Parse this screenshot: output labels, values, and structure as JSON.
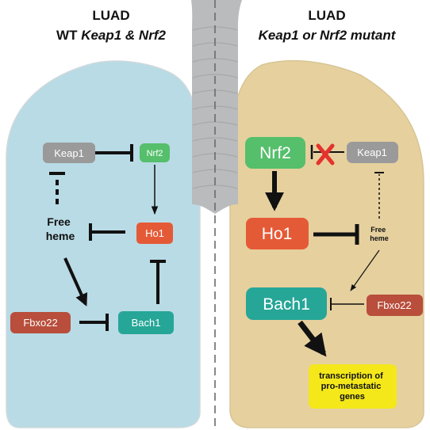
{
  "left_panel": {
    "title_line1": "LUAD",
    "title_line2_prefix": "WT ",
    "title_line2_italic": "Keap1 & Nrf2",
    "nodes": {
      "keap1": "Keap1",
      "nrf2": "Nrf2",
      "free_heme_line1": "Free",
      "free_heme_line2": "heme",
      "ho1": "Ho1",
      "fbxo22": "Fbxo22",
      "bach1": "Bach1"
    }
  },
  "right_panel": {
    "title_line1": "LUAD",
    "title_line2_italic": "Keap1 or Nrf2 mutant",
    "nodes": {
      "nrf2": "Nrf2",
      "keap1": "Keap1",
      "ho1": "Ho1",
      "free_heme_line1": "Free",
      "free_heme_line2": "heme",
      "bach1": "Bach1",
      "fbxo22": "Fbxo22",
      "output_line1": "transcription of",
      "output_line2": "pro-metastatic",
      "output_line3": "genes"
    }
  },
  "colors": {
    "left_lung": "#b9dbe5",
    "right_lung": "#e6d09e",
    "trachea": "#b9bbbd",
    "keap1": "#9a9a9a",
    "nrf2": "#55bf6b",
    "ho1": "#e55a36",
    "bach1": "#26a697",
    "fbxo22": "#b84e3b",
    "output_box": "#f4e81b",
    "cross": "#e4332d",
    "text_dark": "#111111"
  }
}
